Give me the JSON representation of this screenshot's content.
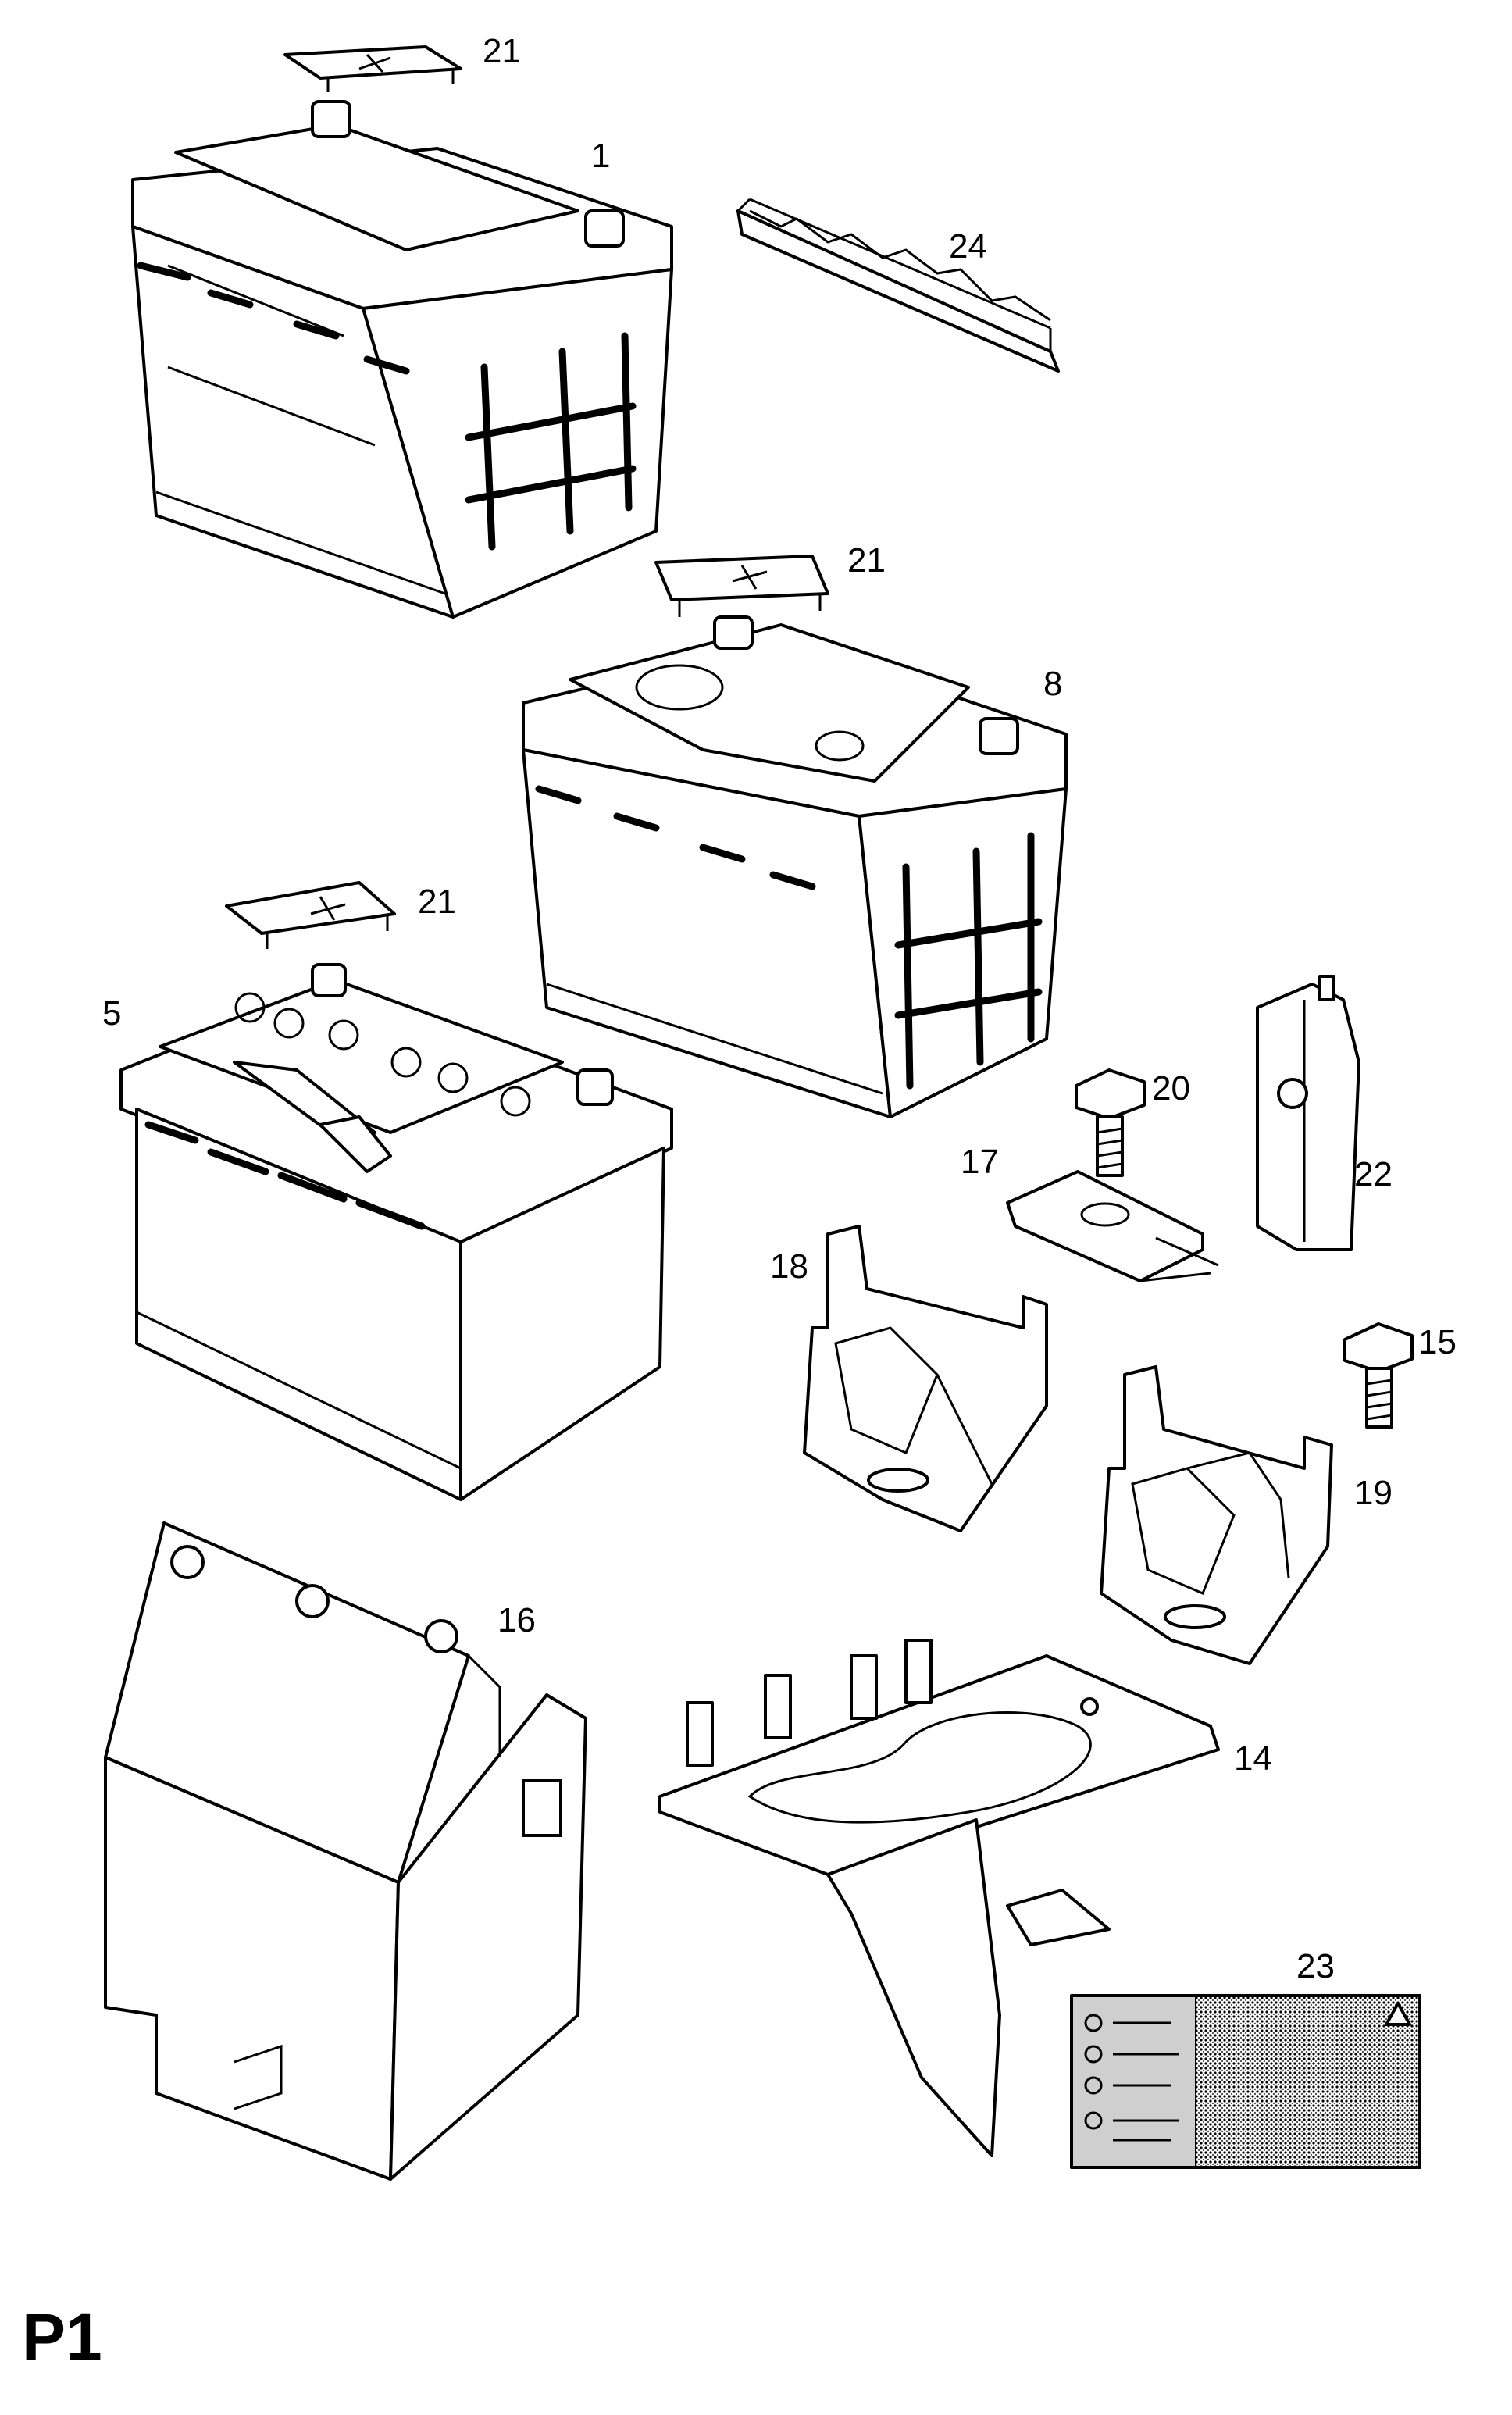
{
  "diagram": {
    "page_code": "P1",
    "callouts": [
      {
        "id": "c1",
        "label": "1"
      },
      {
        "id": "c5",
        "label": "5"
      },
      {
        "id": "c8",
        "label": "8"
      },
      {
        "id": "c14",
        "label": "14"
      },
      {
        "id": "c15",
        "label": "15"
      },
      {
        "id": "c16",
        "label": "16"
      },
      {
        "id": "c17",
        "label": "17"
      },
      {
        "id": "c18",
        "label": "18"
      },
      {
        "id": "c19",
        "label": "19"
      },
      {
        "id": "c20",
        "label": "20"
      },
      {
        "id": "c21a",
        "label": "21"
      },
      {
        "id": "c21b",
        "label": "21"
      },
      {
        "id": "c21c",
        "label": "21"
      },
      {
        "id": "c22",
        "label": "22"
      },
      {
        "id": "c23",
        "label": "23"
      },
      {
        "id": "c24",
        "label": "24"
      }
    ],
    "parts": [
      {
        "ref": "1",
        "icon": "battery-icon"
      },
      {
        "ref": "5",
        "icon": "battery-icon"
      },
      {
        "ref": "8",
        "icon": "battery-icon"
      },
      {
        "ref": "14",
        "icon": "battery-tray-icon"
      },
      {
        "ref": "15",
        "icon": "bolt-icon"
      },
      {
        "ref": "16",
        "icon": "battery-box-icon"
      },
      {
        "ref": "17",
        "icon": "clamp-plate-icon"
      },
      {
        "ref": "18",
        "icon": "bracket-icon"
      },
      {
        "ref": "19",
        "icon": "bracket-icon"
      },
      {
        "ref": "20",
        "icon": "bolt-icon"
      },
      {
        "ref": "21",
        "icon": "terminal-cover-icon"
      },
      {
        "ref": "22",
        "icon": "retainer-icon"
      },
      {
        "ref": "23",
        "icon": "warning-label-icon"
      },
      {
        "ref": "24",
        "icon": "strip-icon"
      }
    ]
  }
}
